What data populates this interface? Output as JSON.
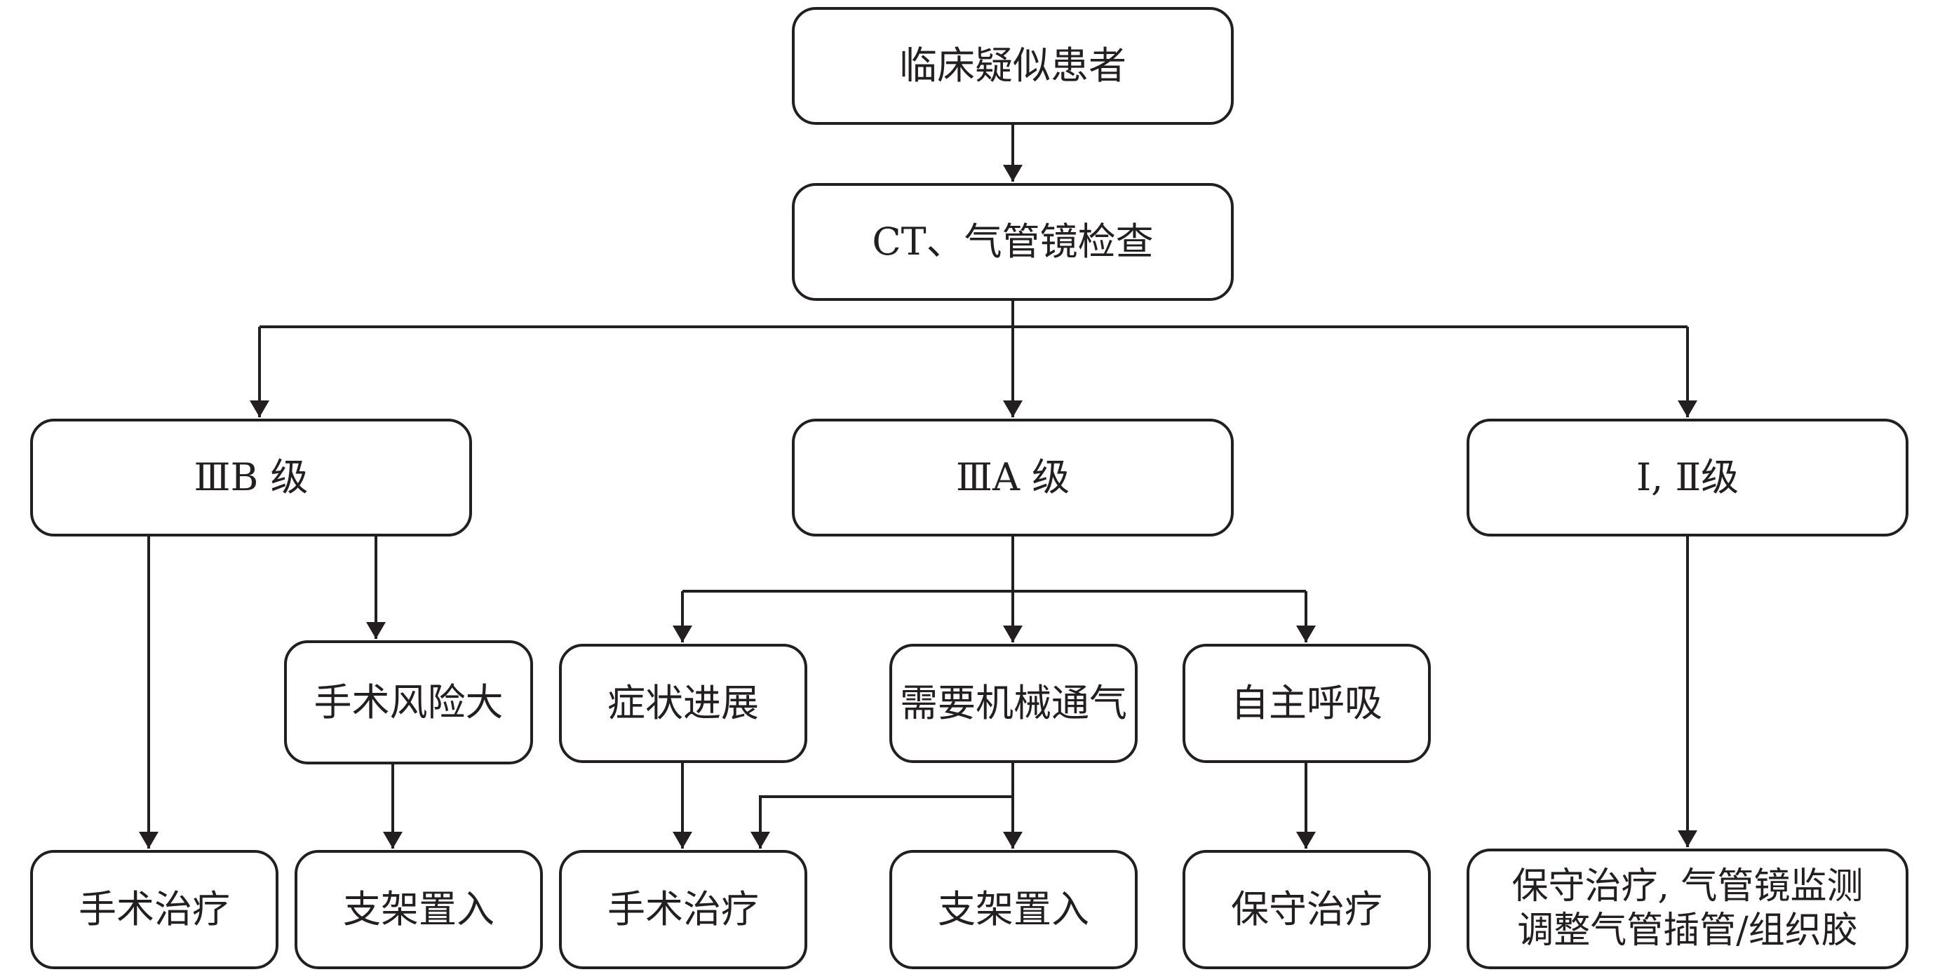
{
  "nodes": {
    "suspected": "临床疑似患者",
    "exam": "CT、气管镜检查",
    "grade_3b": "ⅢB 级",
    "grade_3a": "ⅢA 级",
    "grade_1_2": "Ⅰ, Ⅱ级",
    "high_risk": "手术风险大",
    "progress": "症状进展",
    "ventilation": "需要机械通气",
    "spontaneous": "自主呼吸",
    "surgery_1": "手术治疗",
    "stent_1": "支架置入",
    "surgery_2": "手术治疗",
    "stent_2": "支架置入",
    "conservative": "保守治疗",
    "final_line1": "保守治疗, 气管镜监测",
    "final_line2": "调整气管插管/组织胶"
  },
  "colors": {
    "line": "#231f20",
    "background": "#ffffff"
  }
}
